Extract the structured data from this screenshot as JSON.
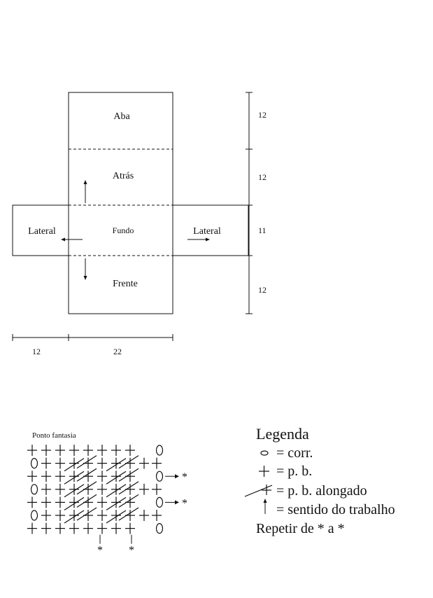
{
  "panels": {
    "aba": "Aba",
    "atras": "Atrás",
    "fundo": "Fundo",
    "frente": "Frente",
    "lateral_left": "Lateral",
    "lateral_right": "Lateral"
  },
  "dimensions": {
    "vertical": [
      "12",
      "12",
      "11",
      "12"
    ],
    "horizontal": [
      "12",
      "22"
    ]
  },
  "stitch_chart": {
    "title": "Ponto fantasia",
    "repeat_mark": "*"
  },
  "legend": {
    "title": "Legenda",
    "items": [
      {
        "symbol": "chain-oval-icon",
        "text": "= corr."
      },
      {
        "symbol": "plus-icon",
        "text": "= p. b."
      },
      {
        "symbol": "elongated-stitch-icon",
        "text": "= p. b. alongado"
      },
      {
        "symbol": "arrow-up-icon",
        "text": "= sentido do trabalho"
      }
    ],
    "repeat_note": "Repetir de * a *"
  }
}
